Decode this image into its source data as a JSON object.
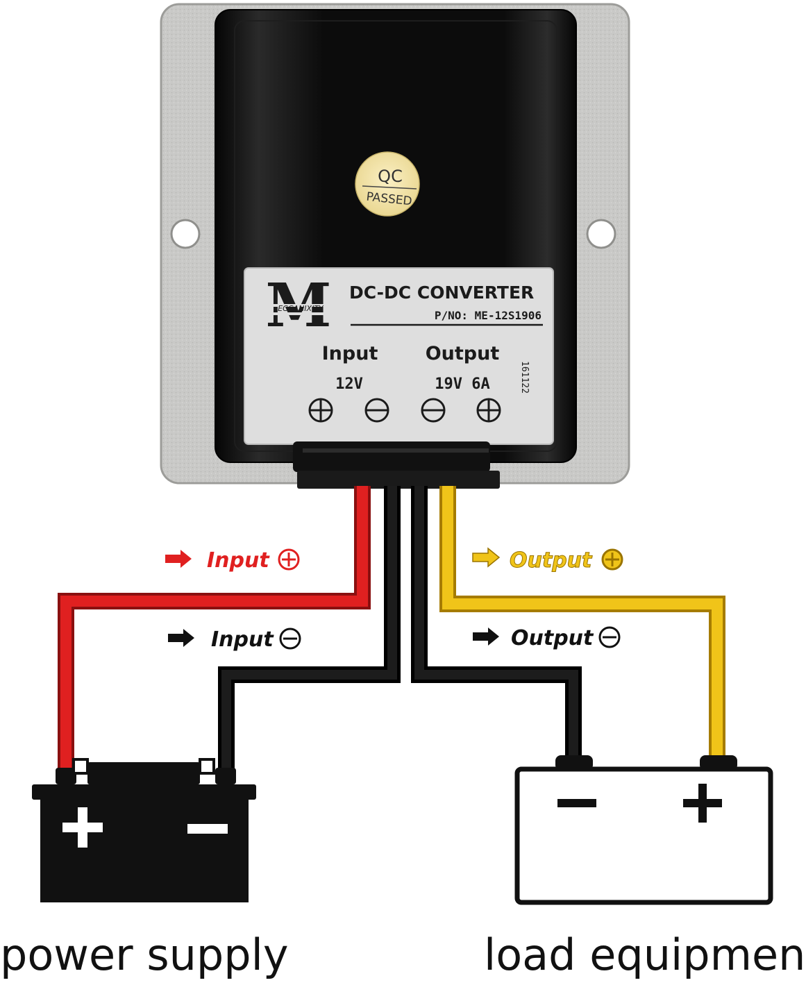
{
  "colors": {
    "frame_silver": "#c8c8c6",
    "box_black": "#0f0f0f",
    "label_grey": "#dcdcdc",
    "wire_red": "#e02020",
    "wire_yellow": "#f0c419",
    "wire_black": "#111111",
    "qc_sticker": "#f5e6b0"
  },
  "qc_sticker": {
    "line1": "QC",
    "line2": "PASSED"
  },
  "label": {
    "logo_letter": "M",
    "logo_text": "ECCANIXITY",
    "title": "DC-DC CONVERTER",
    "part_number": "P/NO: ME-12S1906",
    "input_heading": "Input",
    "input_value": "12V",
    "output_heading": "Output",
    "output_value": "19V 6A",
    "batch_code": "161122"
  },
  "wire_labels": {
    "input_pos": "Input",
    "input_neg": "Input",
    "output_pos": "Output",
    "output_neg": "Output"
  },
  "captions": {
    "left": "power supply",
    "right": "load equipment"
  }
}
